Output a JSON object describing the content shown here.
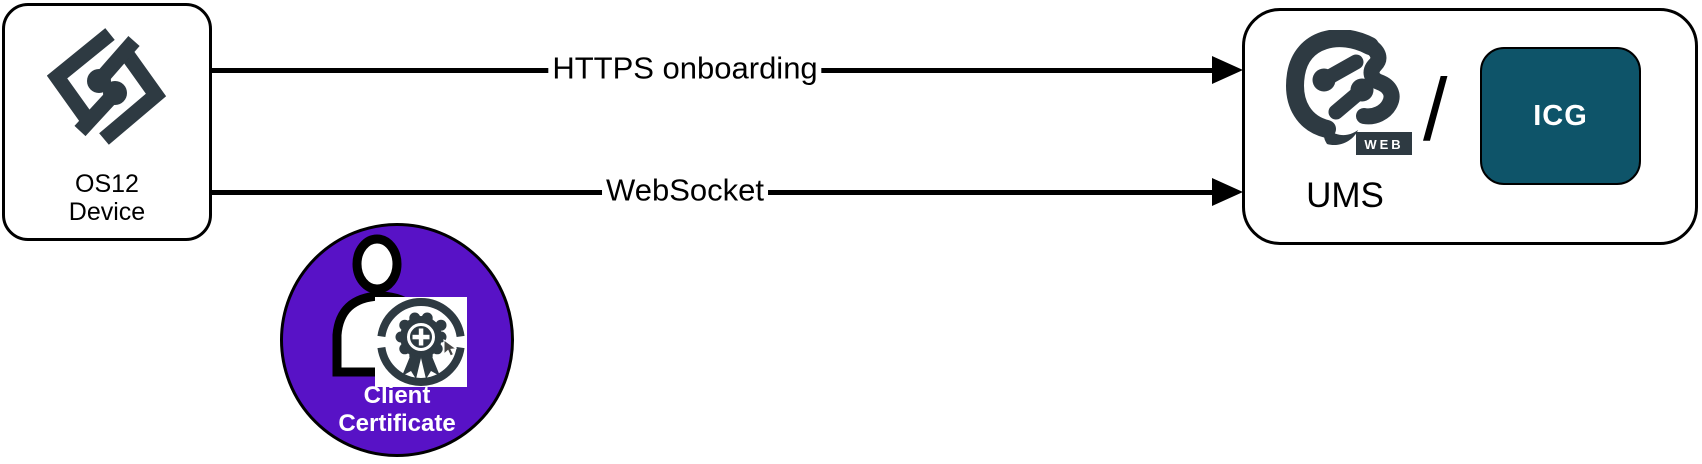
{
  "diagram": {
    "left_node": {
      "line1": "OS12",
      "line2": "Device",
      "icon": "igel-os-logo"
    },
    "arrows": [
      {
        "label": "HTTPS onboarding"
      },
      {
        "label": "WebSocket"
      }
    ],
    "certificate": {
      "line1": "Client",
      "line2": "Certificate",
      "icon": "person-certificate"
    },
    "right_node": {
      "icon": "igel-ums-web-logo",
      "web_badge": "WEB",
      "separator": "/",
      "icg_label": "ICG",
      "label": "UMS"
    },
    "colors": {
      "logo_slate": "#2e3a42",
      "icg_teal": "#0e5469",
      "certificate_purple": "#5812c6",
      "line_black": "#000000",
      "text_white": "#ffffff"
    }
  }
}
